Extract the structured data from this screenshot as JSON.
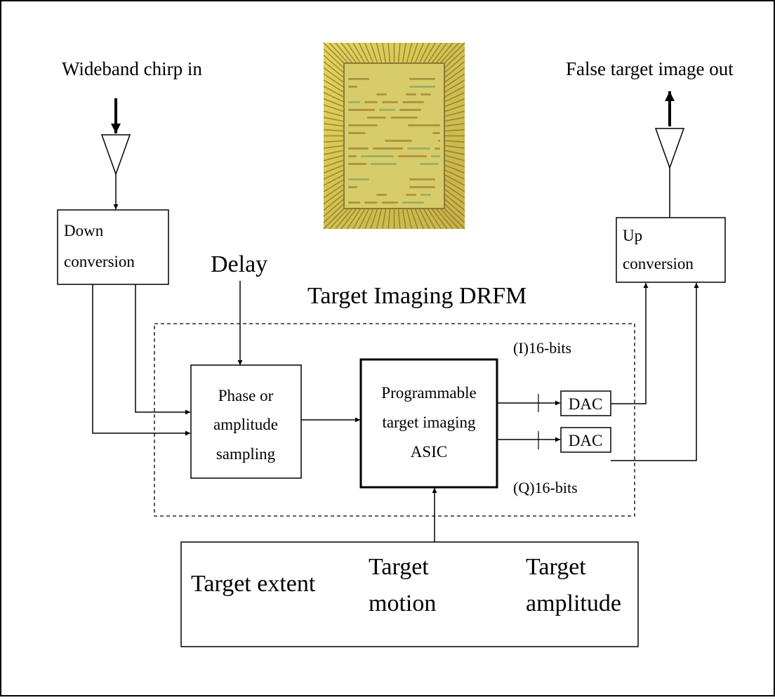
{
  "labels": {
    "input": "Wideband chirp in",
    "output": "False target image out",
    "delay": "Delay",
    "drfm_title": "Target Imaging DRFM",
    "i_bits": "(I)16-bits",
    "q_bits": "(Q)16-bits"
  },
  "blocks": {
    "down_conversion": [
      "Down",
      "conversion"
    ],
    "up_conversion": [
      "Up",
      "conversion"
    ],
    "sampling": [
      "Phase or",
      "amplitude",
      "sampling"
    ],
    "asic": [
      "Programmable",
      "target imaging",
      "ASIC"
    ],
    "dac_i": "DAC",
    "dac_q": "DAC"
  },
  "parameters": {
    "extent": [
      "Target extent"
    ],
    "motion": [
      "Target",
      "motion"
    ],
    "amplitude": [
      "Target",
      "amplitude"
    ]
  },
  "colors": {
    "line": "#000000",
    "chip_gold": "#d8c048",
    "chip_dark": "#8a6a20"
  },
  "icons": {
    "chip_photo": "asic-die-photo",
    "amplifier": "triangle-amplifier-icon"
  }
}
